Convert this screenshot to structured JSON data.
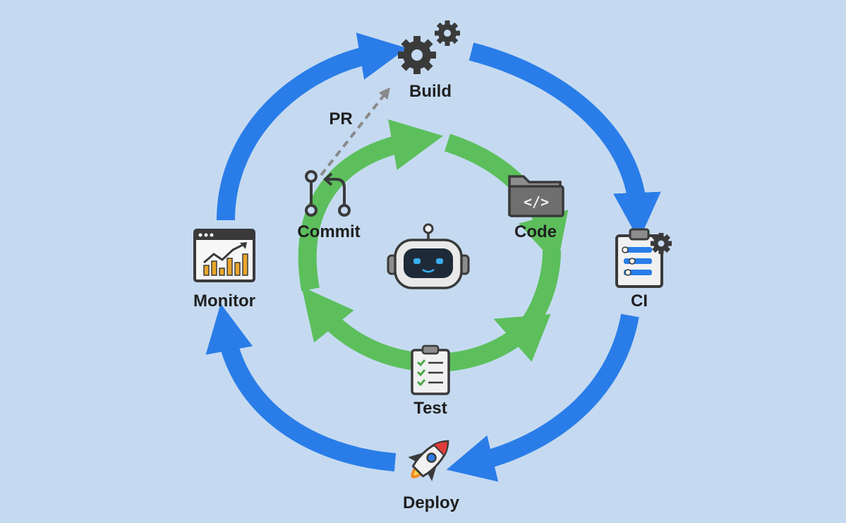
{
  "colors": {
    "background": "#c5daf1",
    "outer_loop": "#2a7de8",
    "inner_loop": "#5cbf5c",
    "pr_arrow": "#8a8a8a",
    "icon_dark": "#3a3a3a"
  },
  "outer_loop": {
    "stages": [
      {
        "id": "build",
        "label": "Build",
        "icon": "gears-icon"
      },
      {
        "id": "ci",
        "label": "CI",
        "icon": "clipboard-gear-icon"
      },
      {
        "id": "deploy",
        "label": "Deploy",
        "icon": "rocket-icon"
      },
      {
        "id": "monitor",
        "label": "Monitor",
        "icon": "chart-window-icon"
      }
    ]
  },
  "inner_loop": {
    "stages": [
      {
        "id": "code",
        "label": "Code",
        "icon": "code-folder-icon"
      },
      {
        "id": "test",
        "label": "Test",
        "icon": "checklist-icon"
      },
      {
        "id": "commit",
        "label": "Commit",
        "icon": "git-branch-icon"
      }
    ]
  },
  "connector": {
    "label": "PR",
    "from": "commit",
    "to": "build"
  },
  "center": {
    "icon": "robot-icon"
  }
}
